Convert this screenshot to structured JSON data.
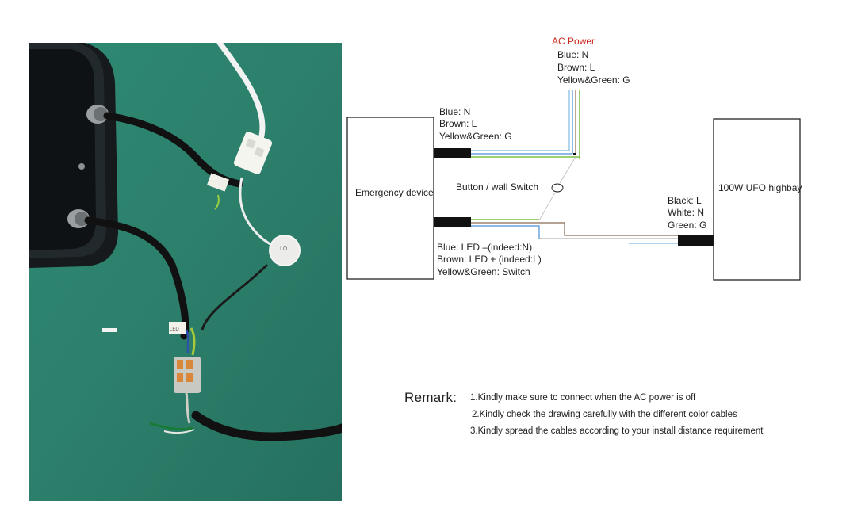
{
  "photo": {
    "switch_label": "I O",
    "tag_label": "LED"
  },
  "ac_power": {
    "title": "AC Power",
    "lines": [
      "Blue: N",
      "Brown: L",
      "Yellow&Green: G"
    ]
  },
  "emergency_input": {
    "lines": [
      "Blue: N",
      "Brown: L",
      "Yellow&Green: G"
    ]
  },
  "emergency_device": {
    "label": "Emergency device"
  },
  "switch": {
    "label": "Button / wall Switch"
  },
  "emergency_output": {
    "lines": [
      "Blue: LED –(indeed:N)",
      "Brown: LED + (indeed:L)",
      "Yellow&Green: Switch"
    ]
  },
  "highbay_input": {
    "lines": [
      "Black: L",
      "White: N",
      "Green: G"
    ]
  },
  "highbay": {
    "label": "100W UFO highbay"
  },
  "remark": {
    "title": "Remark:",
    "items": [
      "1.Kindly make sure to connect when the AC power is off",
      "2.Kindly check the drawing carefully with the different color cables",
      "3.Kindly spread the cables according to your install distance requirement"
    ]
  },
  "colors": {
    "ac_title": "#c8281e",
    "wire_blue": "#4a8fd6",
    "wire_light_blue": "#7fb9e0",
    "wire_green": "#7dc243",
    "wire_brown": "#8a6a52",
    "wire_gray": "#a0a0a0",
    "connector": "#111111",
    "photo_bg": "#2f7f6c"
  }
}
